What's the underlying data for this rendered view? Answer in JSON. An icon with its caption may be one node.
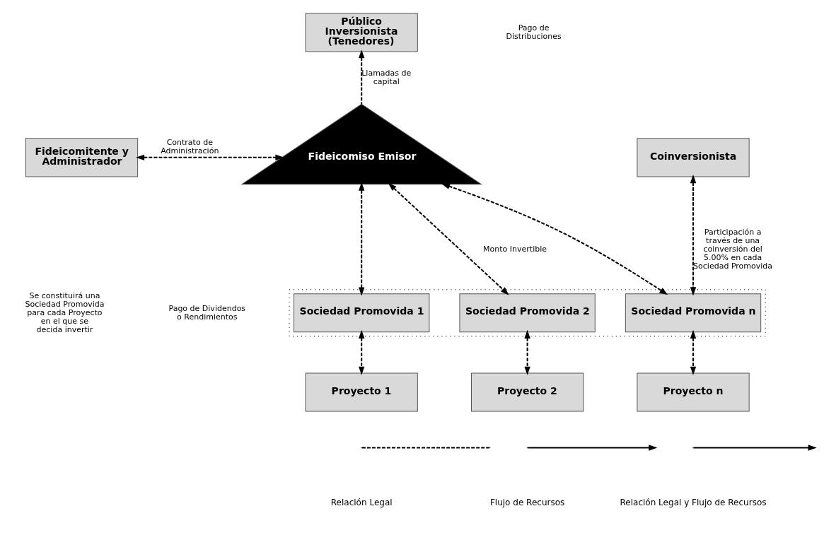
{
  "diagram": {
    "nodes": [
      {
        "text": [
          "Público Inversionista (Tenedores)"
        ]
      },
      {
        "text": [
          "Fideicomitente y Administrador"
        ]
      },
      {
        "text": [
          "Fideicomiso Emisor"
        ]
      },
      {
        "text": [
          "Coinversionista"
        ]
      },
      {
        "text": [],
        "shape": "box"
      },
      {
        "text": [
          "Sociedad Promovida 1"
        ],
        "in": 4
      },
      {
        "text": [
          "Sociedad Promovida 2"
        ],
        "in": 4
      },
      {
        "text": [
          "Sociedad Promovida n"
        ],
        "in": 4
      },
      {
        "text": [
          "Proyecto 1"
        ]
      },
      {
        "text": [
          "Proyecto 2"
        ]
      },
      {
        "text": [
          "Proyecto n"
        ]
      }
    ],
    "edges": [
      {
        "from": 2,
        "to": 0,
        "arrow": "to",
        "style": "dashed",
        "label": "Llamadas de capital"
      },
      {
        "from": 1,
        "to": 2,
        "arrow": "both",
        "style": "dashed",
        "label": "Contrato de Administración"
      },
      {
        "from": 2,
        "to": 5,
        "arrow": "both",
        "style": "dashed"
      },
      {
        "from": 2,
        "to": 6,
        "arrow": "both",
        "style": "dashed",
        "label": "Monto Invertible"
      },
      {
        "from": 2,
        "to": 7,
        "arrow": "both",
        "style": "dashed"
      },
      {
        "from": 5,
        "to": 8,
        "arrow": "both",
        "style": "dashed"
      },
      {
        "from": 6,
        "to": 9,
        "arrow": "both",
        "style": "dashed"
      },
      {
        "from": 7,
        "to": 10,
        "arrow": "both",
        "style": "dashed"
      },
      {
        "from": 3,
        "to": 7,
        "arrow": "both",
        "style": "dashed",
        "label": "Participación a través de una coinversión del 5.00% en cada Sociedad Promovida"
      }
    ],
    "labels": [
      "Pago de Distribuciones",
      "Pago de Dividendos o Rendimientos",
      "Se constituirá una Sociedad Promovida para cada Proyecto en el que se decida invertir"
    ],
    "legend": [
      {
        "text": "Relación Legal"
      },
      {
        "text": "Flujo de Recursos"
      },
      {
        "text": "Relación Legal y Flujo de Recursos"
      }
    ]
  }
}
